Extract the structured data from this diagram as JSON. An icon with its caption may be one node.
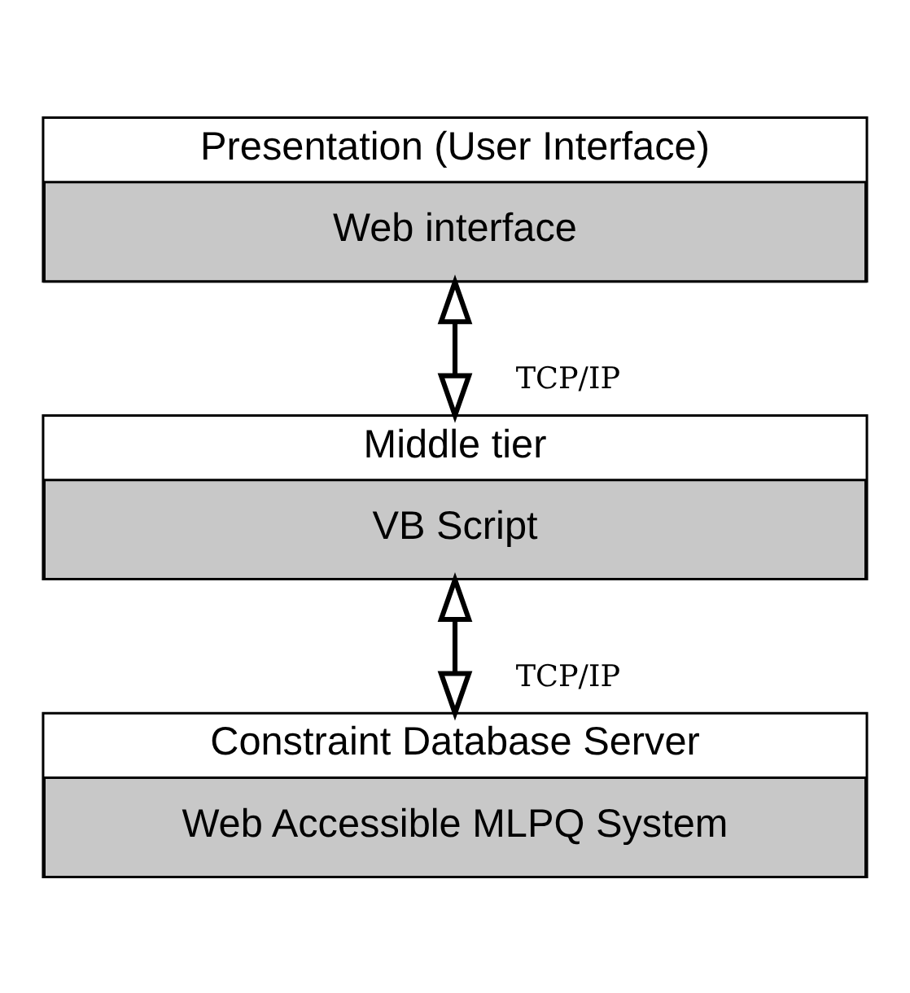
{
  "diagram": {
    "nodes": [
      {
        "text": [
          "Presentation (User Interface)"
        ]
      },
      {
        "text": [
          "Web interface"
        ],
        "in": 0
      },
      {
        "text": [
          "Middle tier"
        ]
      },
      {
        "text": [
          "VB Script"
        ],
        "in": 2
      },
      {
        "text": [
          "Constraint Database Server"
        ]
      },
      {
        "text": [
          "Web Accessible MLPQ System"
        ],
        "in": 4
      }
    ],
    "edges": [
      {
        "from": 1,
        "to": 2,
        "arrow": "both",
        "label": "TCP/IP"
      },
      {
        "from": 3,
        "to": 4,
        "arrow": "both",
        "label": "TCP/IP"
      }
    ]
  }
}
